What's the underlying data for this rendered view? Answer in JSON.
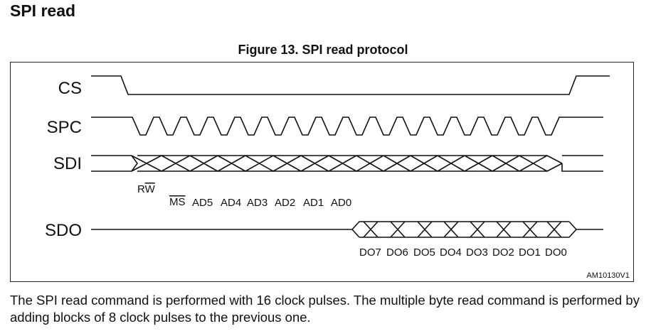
{
  "section_title": "SPI read",
  "figure": {
    "title": "Figure 13. SPI read protocol",
    "id": "AM10130V1",
    "signals": {
      "cs": "CS",
      "spc": "SPC",
      "sdi": "SDI",
      "sdo": "SDO"
    },
    "sdi_bits": {
      "rw": "R",
      "rw_bar": "W",
      "ms_bar": "MS",
      "address": [
        "AD5",
        "AD4",
        "AD3",
        "AD2",
        "AD1",
        "AD0"
      ]
    },
    "sdo_bits": [
      "DO7",
      "DO6",
      "DO5",
      "DO4",
      "DO3",
      "DO2",
      "DO1",
      "DO0"
    ]
  },
  "body_text": "The SPI read command is performed with 16 clock pulses. The multiple byte read command is performed by adding blocks of 8 clock pulses to the previous one."
}
